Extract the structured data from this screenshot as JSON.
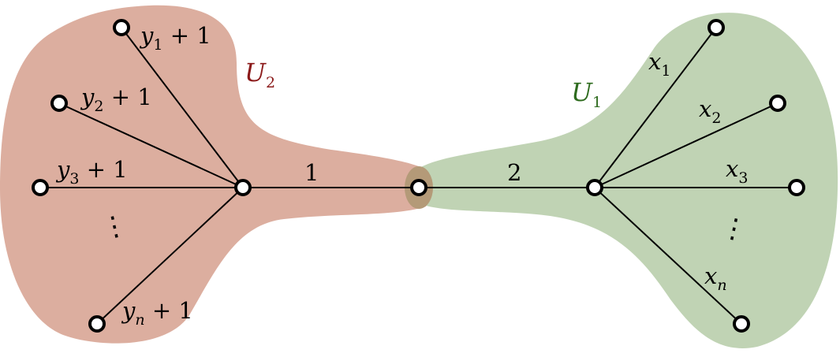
{
  "colors": {
    "u2_fill": "#dcae9f",
    "u1_fill": "#c0d3b4",
    "overlap_fill": "#b49a78",
    "u2_label": "#8b1a1a",
    "u1_label": "#2e6b1e"
  },
  "regions": {
    "u2": {
      "name": "U",
      "sub": "2"
    },
    "u1": {
      "name": "U",
      "sub": "1"
    }
  },
  "edges": {
    "middle_left": "1",
    "middle_right": "2"
  },
  "left_labels": [
    {
      "var": "y",
      "sub": "1",
      "suffix": " + 1"
    },
    {
      "var": "y",
      "sub": "2",
      "suffix": " + 1"
    },
    {
      "var": "y",
      "sub": "3",
      "suffix": " + 1"
    },
    {
      "var": "y",
      "sub": "n",
      "suffix": " + 1"
    }
  ],
  "right_labels": [
    {
      "var": "x",
      "sub": "1"
    },
    {
      "var": "x",
      "sub": "2"
    },
    {
      "var": "x",
      "sub": "3"
    },
    {
      "var": "x",
      "sub": "n"
    }
  ],
  "ellipsis": "⋮"
}
